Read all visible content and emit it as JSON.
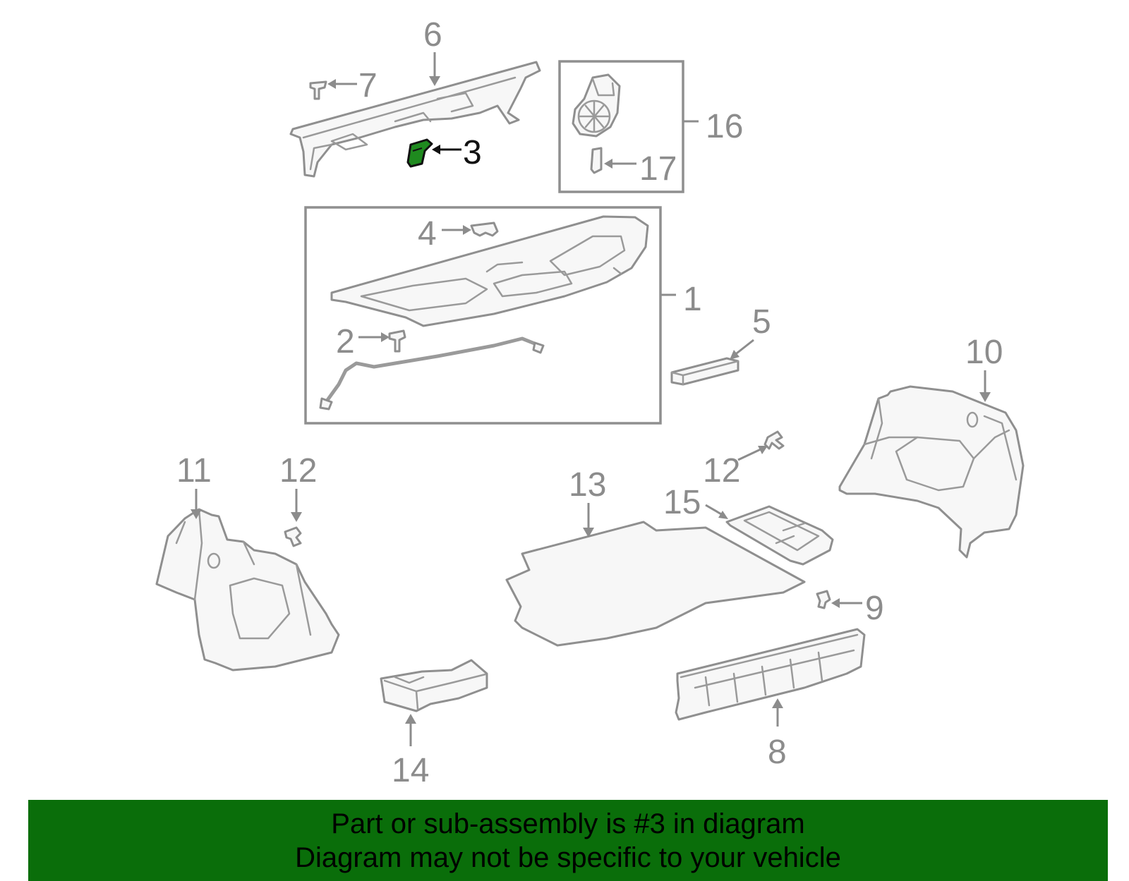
{
  "callouts": {
    "c1": "1",
    "c2": "2",
    "c3": "3",
    "c4": "4",
    "c5": "5",
    "c6": "6",
    "c7": "7",
    "c8": "8",
    "c9": "9",
    "c10": "10",
    "c11": "11",
    "c12a": "12",
    "c12b": "12",
    "c13": "13",
    "c14": "14",
    "c15": "15",
    "c16": "16",
    "c17": "17"
  },
  "highlighted_part": "3",
  "colors": {
    "banner": "#0a6e0a",
    "highlight_part": "#1f8a1f",
    "line_art": "#8f8f8f",
    "callout_text": "#8c8c8c"
  },
  "banner": {
    "line1": "Part or sub-assembly is #3 in diagram",
    "line2": "Diagram may not be specific to your vehicle"
  }
}
